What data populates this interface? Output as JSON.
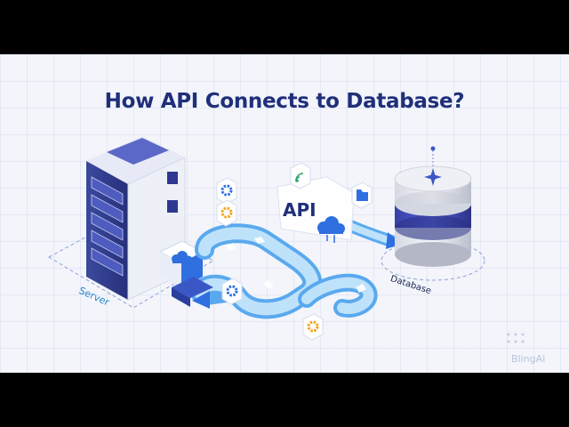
{
  "title": "How API Connects to Database?",
  "labels": {
    "server": "Server",
    "api": "API",
    "database": "Database"
  },
  "brand": "BlingAI",
  "colors": {
    "title": "#1f2f7a",
    "accent_blue": "#2f6fe0",
    "server_navy": "#2a3680",
    "gear_blue": "#2f6fe0",
    "gear_orange": "#f3a21b"
  },
  "icons": [
    "server-icon",
    "cloud-icon",
    "gear-icon",
    "wifi-icon",
    "folder-icon",
    "database-icon",
    "data-pipe-icon"
  ]
}
